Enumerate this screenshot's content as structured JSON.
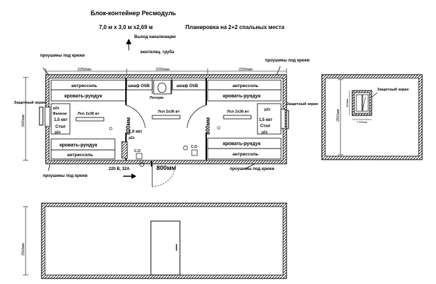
{
  "header": {
    "title": "Блок-контейнер Ресмодуль",
    "dimensions": "7,0 м х 3,0 м х2,69 м",
    "layout_note": "Планировка на 2+2 спальных места"
  },
  "plan": {
    "drain_outlet": "Выход канализации",
    "vent_pipe": "вентиляц. труба",
    "lugs": "проушины под крюки",
    "protective_screen": "Защитный экран",
    "dim_left": "2250мм",
    "dim_center": "2250мм",
    "dim_right": "2250мм",
    "dim_height": "3000мм",
    "dim_door": "800мм",
    "dim_door_small": "800мм",
    "wardrobe": "шкаф OSB",
    "toilets": "Лотерм",
    "mezzanine": "антрессоль",
    "bunk_bed": "кровать-рундук",
    "lamp": "Лсп 2х36 вт",
    "heater_1_5": "1,5 квт",
    "heater_1_0": "1,0 квт",
    "heater_label": "Жалюзи",
    "table": "Стол",
    "socket_p2x": "р2х",
    "power_input": "220 В, 32А",
    "co_label": "С.О"
  },
  "side_view": {
    "screen_label": "Защитный экран",
    "dim_height": "2500мм",
    "window_width": "1 500мм",
    "window_height": "800мм"
  },
  "front_view": {
    "dim_height": "2500мм"
  }
}
